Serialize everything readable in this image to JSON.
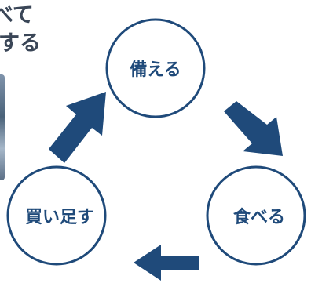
{
  "colors": {
    "circle_stroke": "#1f4a7a",
    "arrow_fill": "#1f4a7a",
    "label": "#1f4a7a",
    "top_text": "#3a4657"
  },
  "top_text": {
    "line1": "べて",
    "line2": "する"
  },
  "cycle": {
    "nodes": [
      {
        "id": "sonaeru",
        "label": "備える"
      },
      {
        "id": "taberu",
        "label": "食べる"
      },
      {
        "id": "kaitasu",
        "label": "買い足す"
      }
    ],
    "flow": [
      "備える → 食べる",
      "食べる → 買い足す",
      "買い足す → 備える"
    ]
  }
}
